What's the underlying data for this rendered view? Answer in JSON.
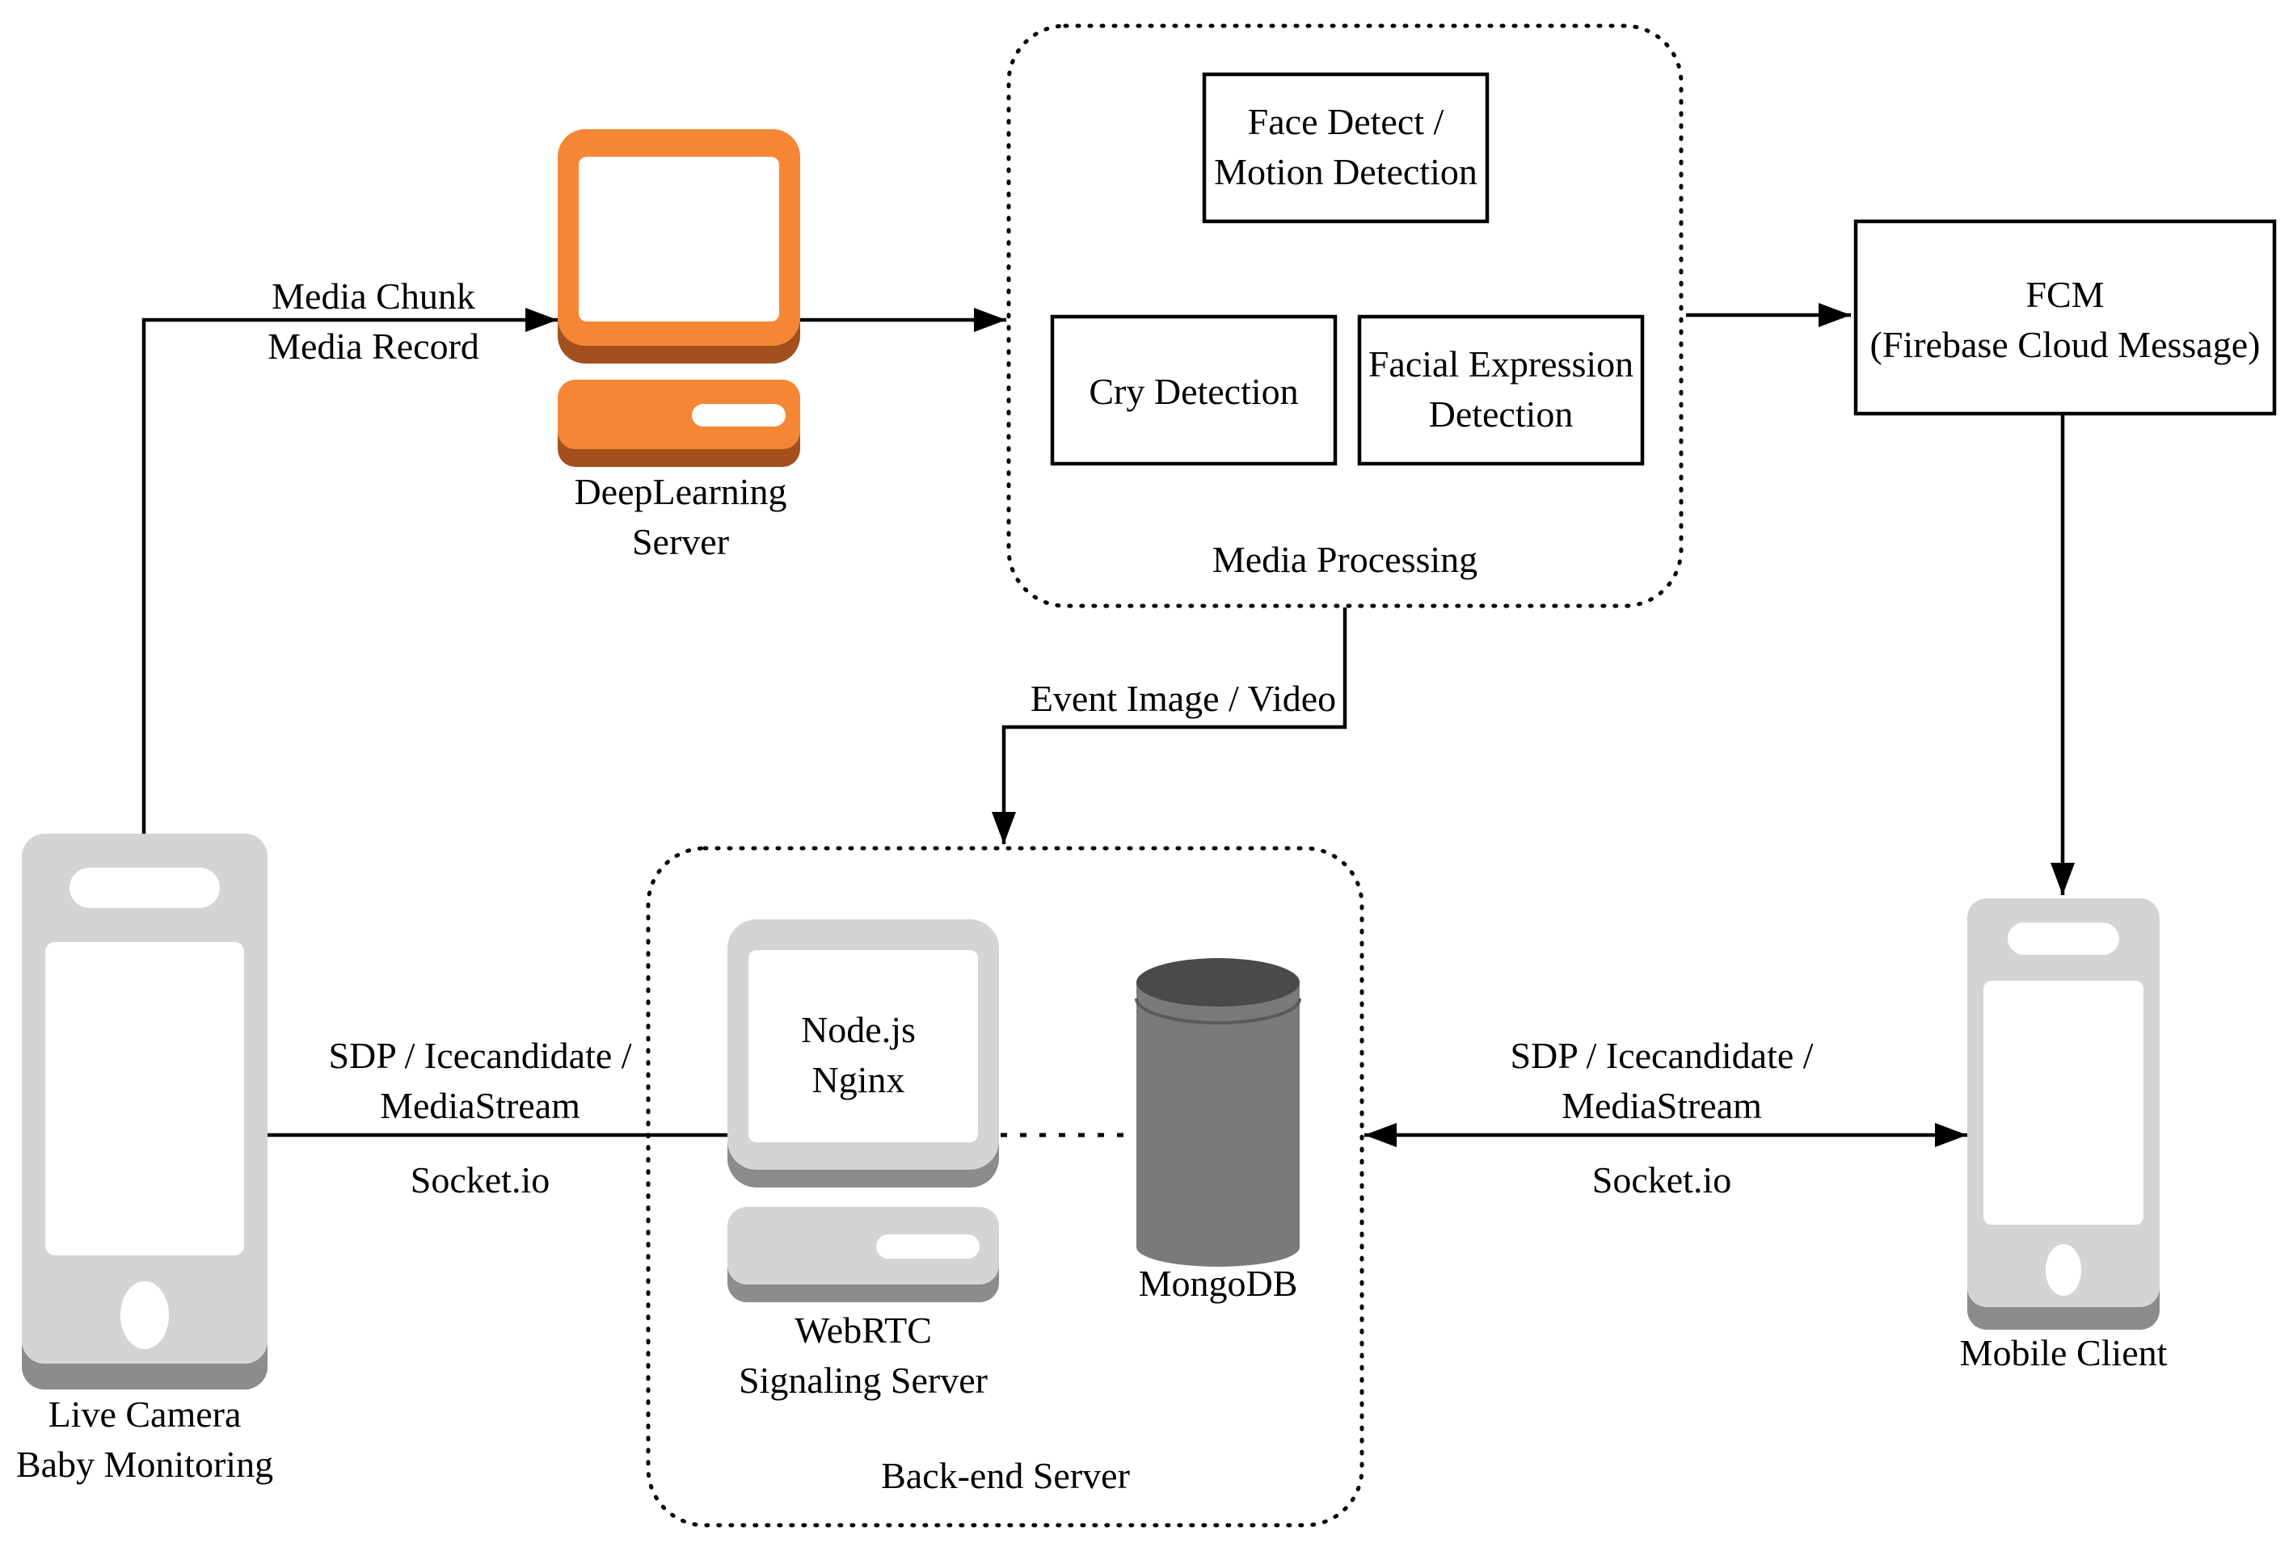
{
  "nodes": {
    "live_camera": {
      "line1": "Live Camera",
      "line2": "Baby Monitoring"
    },
    "deeplearning_server": {
      "line1": "DeepLearning",
      "line2": "Server"
    },
    "face_motion": {
      "line1": "Face Detect /",
      "line2": "Motion Detection"
    },
    "cry_detection": {
      "label": "Cry Detection"
    },
    "facial_expression": {
      "line1": "Facial Expression",
      "line2": "Detection"
    },
    "fcm": {
      "line1": "FCM",
      "line2": "(Firebase Cloud Message)"
    },
    "webrtc_server": {
      "screen_line1": "Node.js",
      "screen_line2": "Nginx",
      "line1": "WebRTC",
      "line2": "Signaling Server"
    },
    "mongodb": {
      "label": "MongoDB"
    },
    "mobile_client": {
      "label": "Mobile Client"
    }
  },
  "groups": {
    "media_processing": {
      "label": "Media Processing"
    },
    "backend_server": {
      "label": "Back-end Server"
    }
  },
  "edges": {
    "camera_to_dl": {
      "line1": "Media Chunk",
      "line2": "Media Record"
    },
    "processing_to_backend": {
      "label": "Event Image / Video"
    },
    "camera_to_webrtc": {
      "line1": "SDP / Icecandidate /",
      "line2": "MediaStream",
      "line3": "Socket.io"
    },
    "backend_to_mobile": {
      "line1": "SDP / Icecandidate /",
      "line2": "MediaStream",
      "line3": "Socket.io"
    }
  },
  "colors": {
    "dl_orange": "#F58634",
    "dl_orange_dark": "#A4501E",
    "device_gray": "#D4D4D4",
    "device_gray_dark": "#8C8C8C",
    "db_gray": "#7A7A7A",
    "db_dark": "#4A4A4A"
  }
}
